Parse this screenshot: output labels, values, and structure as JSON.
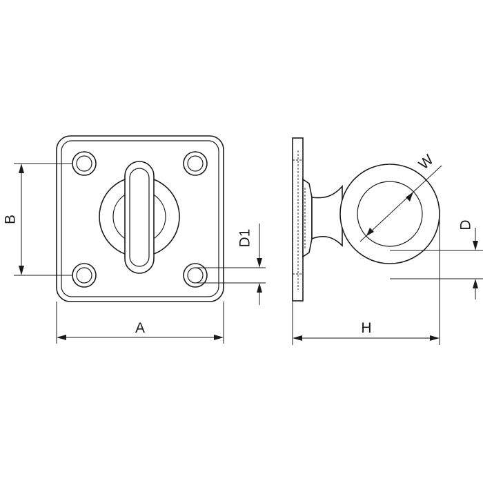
{
  "dimensions": {
    "A": "A",
    "B": "B",
    "D1": "D1",
    "D": "D",
    "H": "H",
    "W": "W"
  }
}
